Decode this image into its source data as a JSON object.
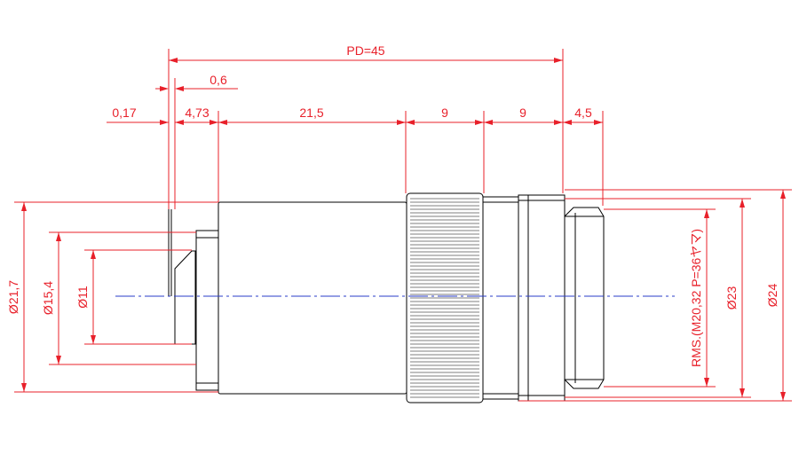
{
  "colors": {
    "dimension": "#e8202a",
    "outline": "#000000",
    "axis": "#2a3cc8",
    "background": "#ffffff"
  },
  "dimensions": {
    "pd": "PD=45",
    "d_0_6": "0,6",
    "d_0_17": "0,17",
    "d_4_73": "4,73",
    "d_21_5": "21,5",
    "d_9a": "9",
    "d_9b": "9",
    "d_4_5": "4,5",
    "dia_21_7": "Ø21,7",
    "dia_15_4": "Ø15,4",
    "dia_11": "Ø11",
    "thread": "RMS.(M20,32 P=36ヤマ)",
    "dia_23": "Ø23",
    "dia_24": "Ø24"
  }
}
